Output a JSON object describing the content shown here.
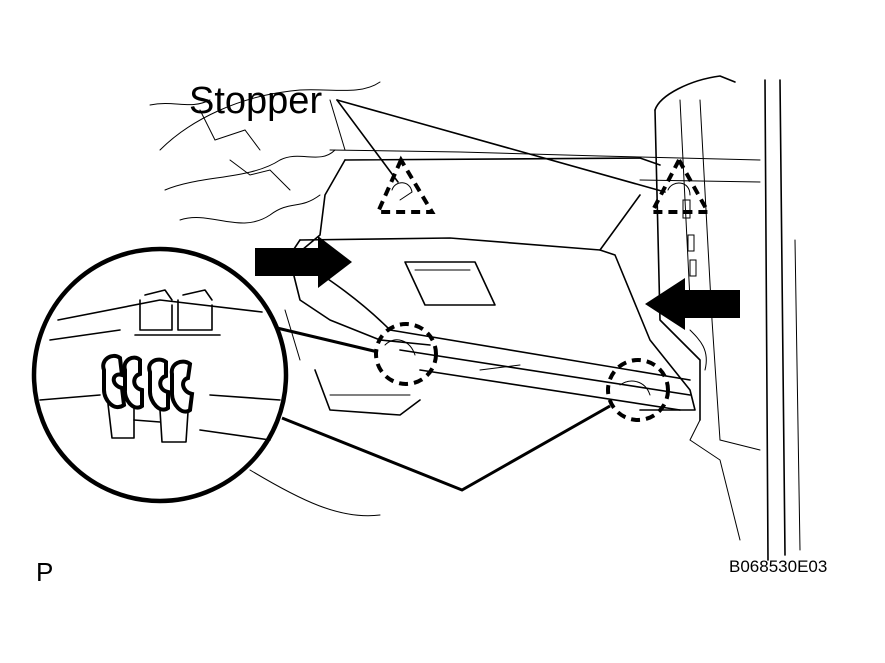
{
  "diagram": {
    "callout_label": "Stopper",
    "corner_label_left": "P",
    "corner_label_right": "B068530E03",
    "callout_count": 2,
    "clip_marker_count": 2,
    "arrow_count": 2,
    "stroke_color": "#000000",
    "background_color": "#ffffff"
  }
}
